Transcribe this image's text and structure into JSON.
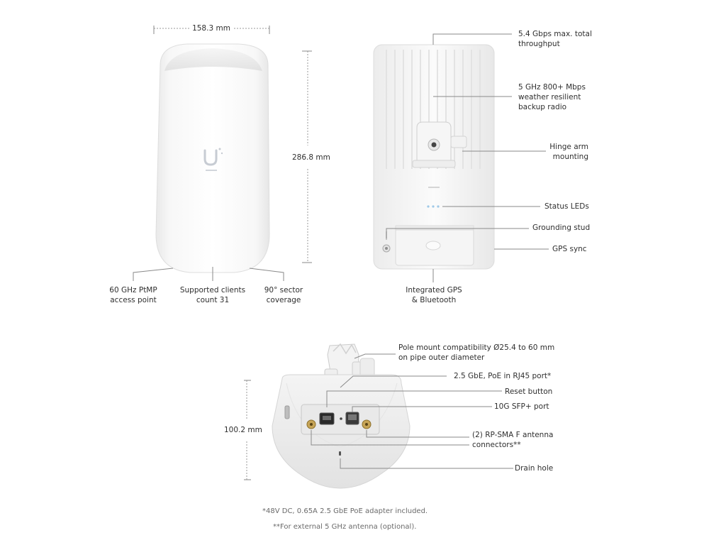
{
  "dimensions": {
    "width": "158.3 mm",
    "height": "286.8 mm",
    "depth": "100.2 mm"
  },
  "front_labels": {
    "left": [
      "60 GHz PtMP",
      "access point"
    ],
    "center": [
      "Supported clients",
      "count 31"
    ],
    "right": [
      "90° sector",
      "coverage"
    ]
  },
  "back_callouts": {
    "throughput": [
      "5.4 Gbps max. total",
      "throughput"
    ],
    "backup_radio": [
      "5 GHz 800+ Mbps",
      "weather resilient",
      "backup radio"
    ],
    "hinge": [
      "Hinge arm",
      "mounting"
    ],
    "status_leds": "Status LEDs",
    "grounding": "Grounding stud",
    "gps_sync": "GPS sync",
    "gps_bt": [
      "Integrated GPS",
      "& Bluetooth"
    ]
  },
  "bottom_callouts": {
    "pole_mount": [
      "Pole mount compatibility Ø25.4 to 60 mm",
      "on pipe outer diameter"
    ],
    "poe_port": "2.5 GbE, PoE in RJ45 port*",
    "reset": "Reset button",
    "sfp": "10G SFP+ port",
    "antenna": [
      "(2) RP-SMA F antenna",
      "connectors**"
    ],
    "drain": "Drain hole"
  },
  "footnotes": [
    "*48V DC, 0.65A 2.5 GbE PoE adapter included.",
    "**For external 5 GHz antenna (optional)."
  ],
  "icons": [
    "ubiquiti-logo-icon",
    "hinge-mount-icon",
    "status-led-icon",
    "grounding-stud-icon",
    "pole-mount-icon",
    "rj45-port-icon",
    "sfp-port-icon",
    "sma-connector-icon"
  ]
}
